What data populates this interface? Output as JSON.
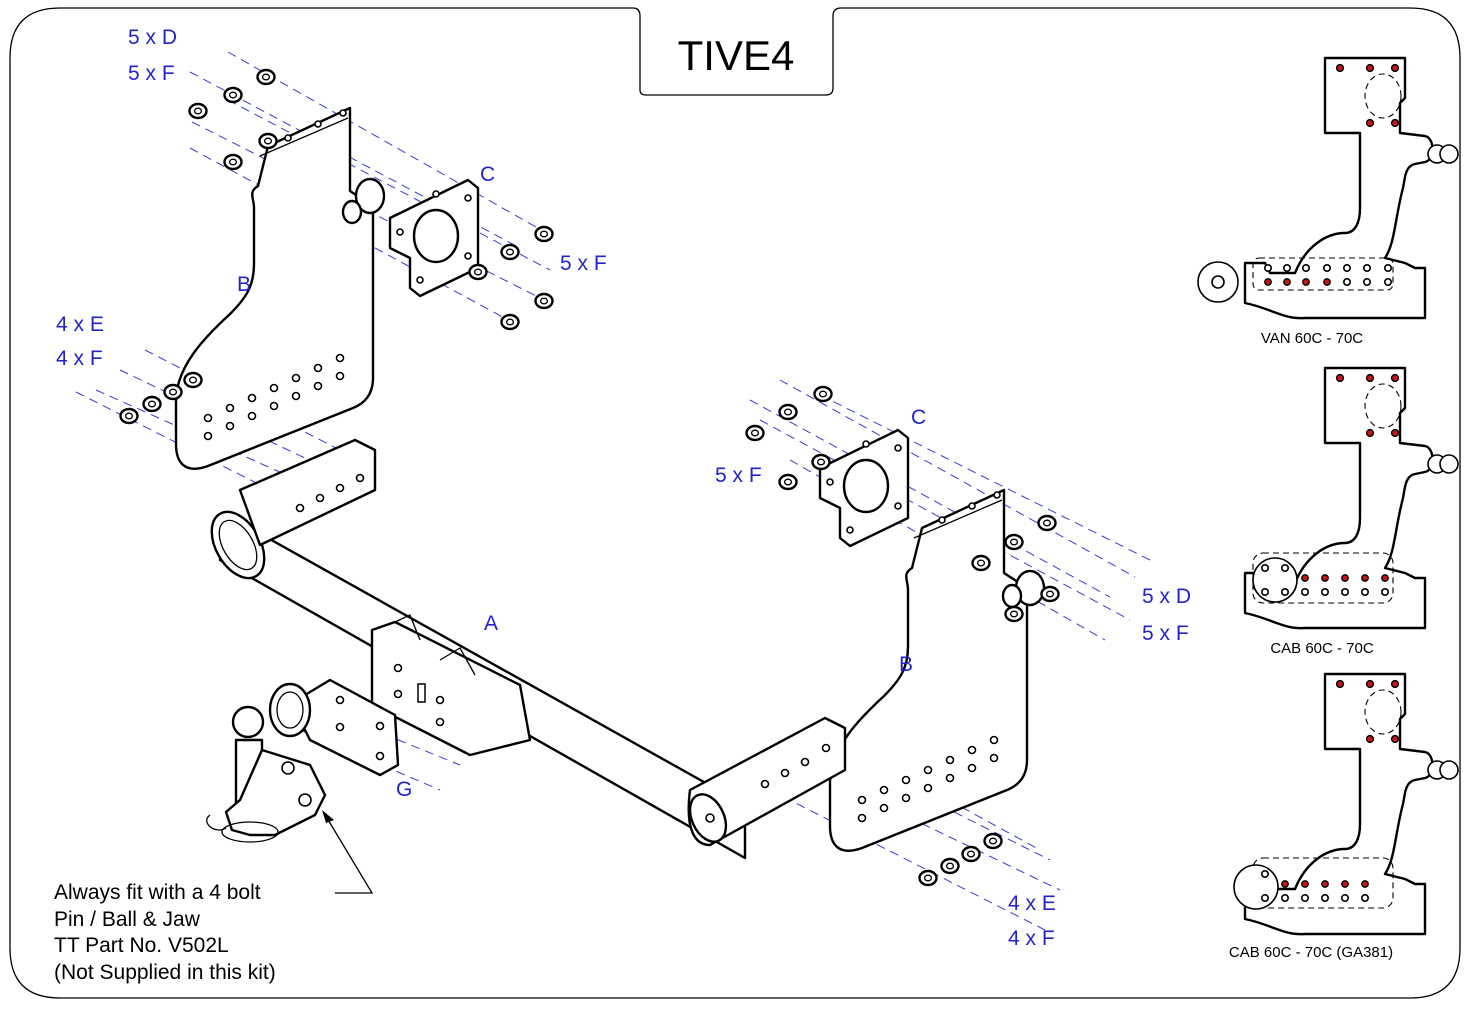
{
  "title": "TIVE4",
  "labels": {
    "top_d": "5 x D",
    "top_f": "5 x F",
    "c_left": "C",
    "f_left_plate": "5 x F",
    "b_left": "B",
    "e_left": "4 x E",
    "f_left_bottom": "4 x F",
    "c_right": "C",
    "f_right_plate": "5 x F",
    "d_right": "5 x D",
    "f_right": "5 x F",
    "a": "A",
    "b_right": "B",
    "g": "G",
    "e_right": "4 x E",
    "f_right_bottom": "4 x F"
  },
  "note": {
    "line1": "Always fit with a 4 bolt",
    "line2": "Pin / Ball & Jaw",
    "line3": "TT Part No. V502L",
    "line4": "(Not Supplied in this kit)"
  },
  "variants": [
    {
      "caption": "VAN 60C - 70C"
    },
    {
      "caption": "CAB 60C - 70C"
    },
    {
      "caption": "CAB 60C - 70C (GA381)"
    }
  ],
  "colors": {
    "label_blue": "#2323c8",
    "guide_blue": "#3a3ad6",
    "fixing_red": "#c81414"
  }
}
